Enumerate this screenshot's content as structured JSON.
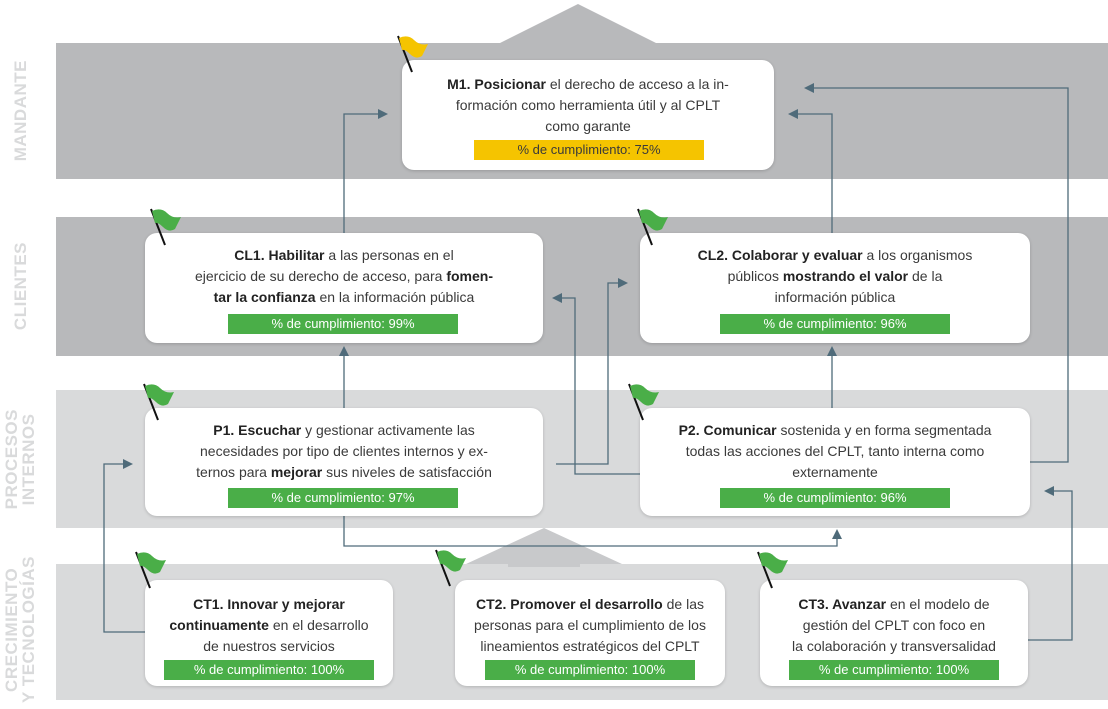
{
  "rows": {
    "mandante": "MANDANTE",
    "clientes": "CLIENTES",
    "procesos": [
      "PROCESOS",
      "INTERNOS"
    ],
    "crecimiento": [
      "CRECIMIENTO",
      "Y TECNOLOGÍAS"
    ]
  },
  "cards": {
    "m1": {
      "b1": "M1. Posicionar",
      "t1": " el derecho de acceso a la in-",
      "t2": "formación como herramienta útil y al CPLT",
      "t3": "como garante",
      "pct": "% de cumplimiento: 75%",
      "status": "yellow"
    },
    "cl1": {
      "b1": "CL1. Habilitar",
      "t1": " a las personas en el",
      "t2": "ejercicio de su derecho de acceso, para ",
      "b2": "fomen-",
      "b3": "tar la confianza",
      "t3": " en la información pública",
      "pct": "% de cumplimiento: 99%",
      "status": "green"
    },
    "cl2": {
      "b1": "CL2. Colaborar y evaluar",
      "t1": " a los organismos",
      "t2": "públicos ",
      "b2": "mostrando el valor",
      "t3": " de la",
      "t4": "información pública",
      "pct": "% de cumplimiento: 96%",
      "status": "green"
    },
    "p1": {
      "b1": "P1. Escuchar",
      "t1": " y gestionar activamente las",
      "t2": "necesidades por tipo de clientes internos y ex-",
      "t3": "ternos para ",
      "b2": "mejorar",
      "t4": " sus niveles de satisfacción",
      "pct": "% de cumplimiento: 97%",
      "status": "green"
    },
    "p2": {
      "b1": "P2. Comunicar",
      "t1": " sostenida y en forma segmentada",
      "t2": "todas las acciones del CPLT, tanto interna como",
      "t3": "externamente",
      "pct": "% de cumplimiento: 96%",
      "status": "green"
    },
    "ct1": {
      "b1": "CT1. Innovar y mejorar",
      "b2": "continuamente",
      "t1": " en el desarrollo",
      "t2": "de nuestros servicios",
      "pct": "% de cumplimiento: 100%",
      "status": "green"
    },
    "ct2": {
      "b1": "CT2. Promover el desarrollo",
      "t1": " de las",
      "t2": "personas para el cumplimiento de los",
      "t3": "lineamientos estratégicos del CPLT",
      "pct": "% de cumplimiento: 100%",
      "status": "green"
    },
    "ct3": {
      "b1": "CT3. Avanzar",
      "t1": " en el modelo de",
      "t2": "gestión del CPLT con foco en",
      "t3": "la colaboración y transversalidad",
      "pct": "% de cumplimiento: 100%",
      "status": "green"
    }
  },
  "colors": {
    "green": "#4aae48",
    "yellow": "#f5c400",
    "connector": "#4f6b7a",
    "band_dark": "#b8b9bb",
    "band_light": "#d9dadb"
  },
  "icons": [
    "flag-icon",
    "big-up-arrow"
  ]
}
